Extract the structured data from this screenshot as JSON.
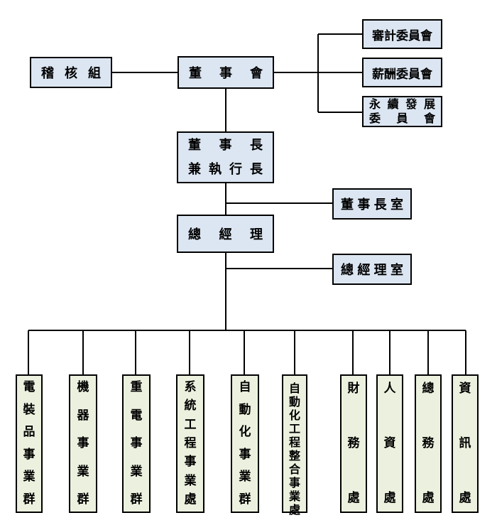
{
  "top": {
    "audit_group": "稽核組",
    "board": "董事會",
    "committees": [
      "審計委員會",
      "薪酬委員會"
    ],
    "sustainability_committee": [
      "永續發展",
      "委員會"
    ]
  },
  "chairman": [
    "董事長",
    "兼執行長"
  ],
  "chairman_office": "董事長室",
  "president": "總經理",
  "president_office": "總經理室",
  "divisions": [
    "電裝品事業群",
    "機器事業群",
    "重電事業群",
    "系統工程事業處",
    "自動化事業群",
    "自動化工程整合事業處",
    "財務處",
    "人資處",
    "總務處",
    "資訊處"
  ],
  "colors": {
    "blue_fill": "#dce6f2",
    "green_fill": "#ebf1de",
    "line": "#000000"
  }
}
